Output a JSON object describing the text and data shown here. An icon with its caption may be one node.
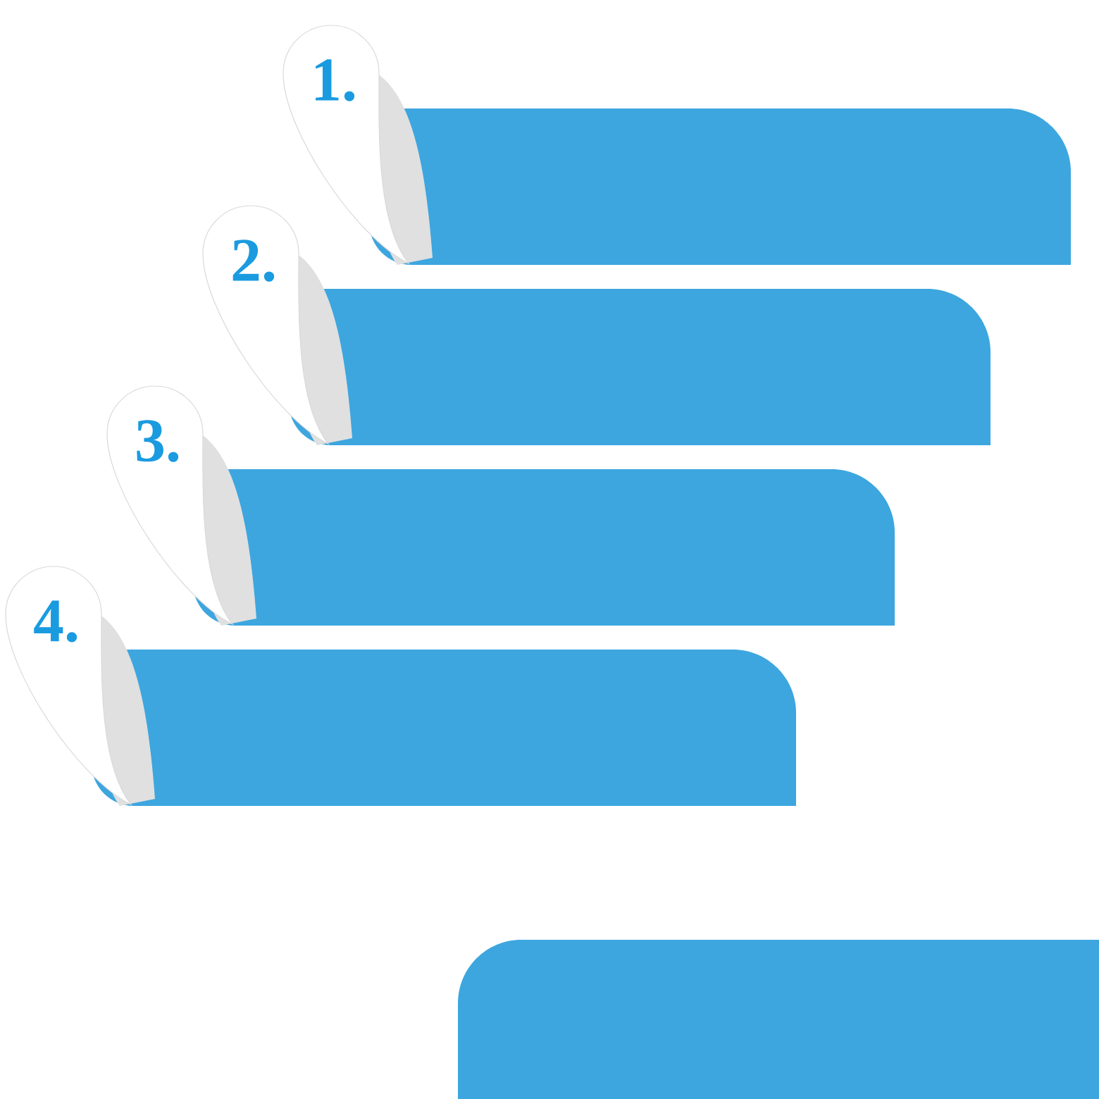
{
  "diagram": {
    "nodes": [
      {
        "text": [
          "1."
        ]
      },
      {
        "text": [
          "2."
        ]
      },
      {
        "text": [
          "3."
        ]
      },
      {
        "text": [
          "4."
        ]
      },
      {
        "text": [],
        "shape": "bar"
      }
    ]
  }
}
